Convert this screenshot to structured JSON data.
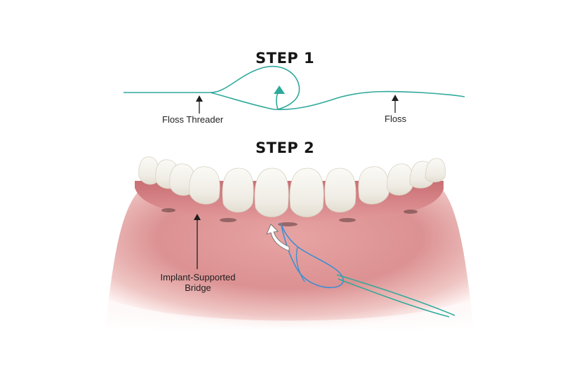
{
  "step1": {
    "title": "STEP 1"
  },
  "step2": {
    "title": "STEP 2"
  },
  "labels": {
    "floss_threader": "Floss Threader",
    "floss": "Floss",
    "bridge_line1": "Implant-Supported",
    "bridge_line2": "Bridge"
  },
  "colors": {
    "floss": "#2fa99a",
    "threader": "#3f8fd1",
    "gum": "#d98a8c",
    "tooth": "#f4f2ec",
    "text": "#1f1f1f"
  }
}
